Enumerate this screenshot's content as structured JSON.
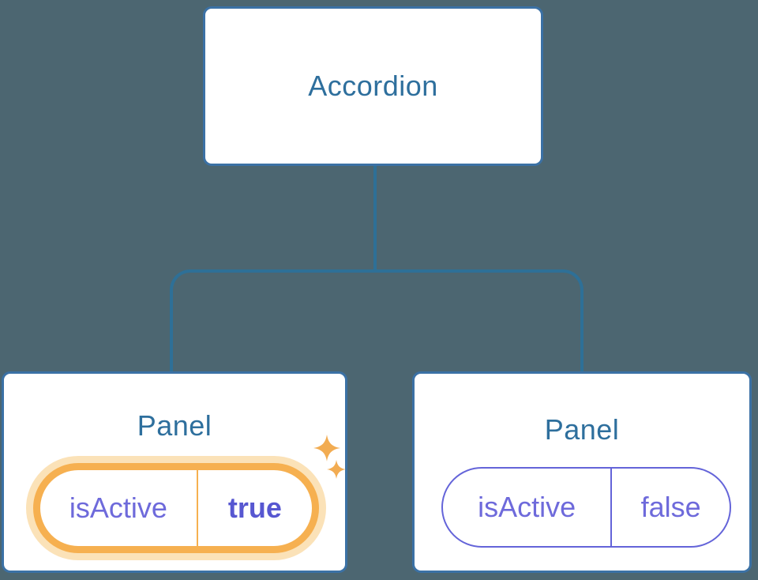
{
  "root": {
    "label": "Accordion"
  },
  "panels": [
    {
      "title": "Panel",
      "state_key": "isActive",
      "state_value": "true",
      "highlighted": true
    },
    {
      "title": "Panel",
      "state_key": "isActive",
      "state_value": "false",
      "highlighted": false
    }
  ],
  "colors": {
    "background": "#4C6671",
    "node_fill": "#FFFFFF",
    "node_border": "#3B71A5",
    "node_text": "#2E6F9D",
    "connector": "#2E7097",
    "state_text": "#6E6ADB",
    "state_value_text": "#5757D1",
    "state_border": "#6464D9",
    "highlight": "#F6B050",
    "highlight_glow": "#FBE2B8",
    "sparkle": "#F2AC52"
  }
}
